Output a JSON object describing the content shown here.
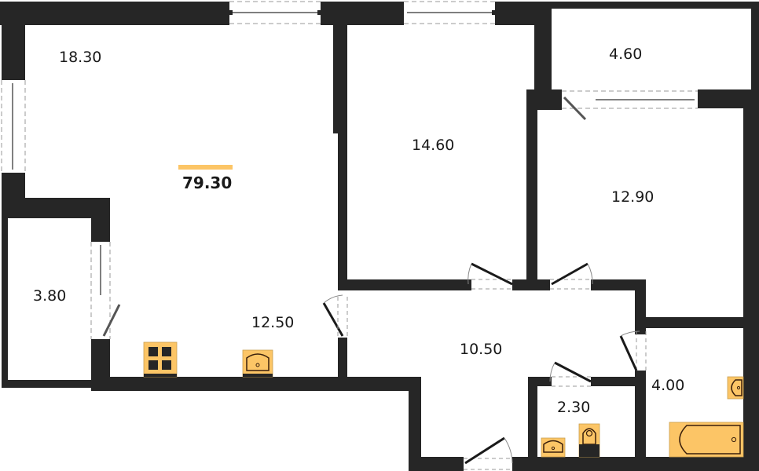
{
  "plan": {
    "total_area": "79.30",
    "colors": {
      "wall": "#262626",
      "fixture_fill": "#fcc566",
      "fixture_stroke": "#3a1f0c",
      "accent_bar": "#fcc566",
      "dash": "#9a9a9a"
    },
    "rooms": [
      {
        "id": "living-room",
        "area": "18.30"
      },
      {
        "id": "kitchen",
        "area": "12.50"
      },
      {
        "id": "loggia-left",
        "area": "3.80"
      },
      {
        "id": "bedroom-1",
        "area": "14.60"
      },
      {
        "id": "balcony-top-right",
        "area": "4.60"
      },
      {
        "id": "bedroom-2",
        "area": "12.90"
      },
      {
        "id": "hallway",
        "area": "10.50"
      },
      {
        "id": "toilet",
        "area": "2.30"
      },
      {
        "id": "bathroom",
        "area": "4.00"
      }
    ],
    "fixtures": [
      "stove-icon",
      "kitchen-sink-icon",
      "toilet-sink-icon",
      "toilet-icon",
      "bathroom-sink-icon",
      "bathtub-icon"
    ]
  }
}
